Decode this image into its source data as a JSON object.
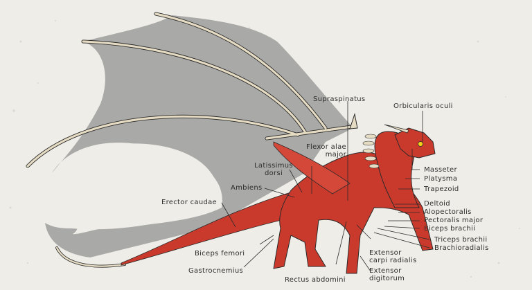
{
  "diagram": {
    "subject": "Dragon muscular anatomy",
    "colors": {
      "background": "#efede8",
      "wing_membrane": "#a8a8a6",
      "bone": "#e6dcc4",
      "muscle": "#c93a2c",
      "muscle_light": "#e36a5a",
      "outline": "#2a2a2a",
      "eye": "#f2d21a"
    },
    "labels": [
      {
        "id": "supraspinatus",
        "text": "Supraspinatus"
      },
      {
        "id": "orbicularis-oculi",
        "text": "Orbicularis oculi"
      },
      {
        "id": "flexor-alae-major-1",
        "text": "Flexor alae"
      },
      {
        "id": "flexor-alae-major-2",
        "text": "major"
      },
      {
        "id": "latissimus-dorsi-1",
        "text": "Latissimus"
      },
      {
        "id": "latissimus-dorsi-2",
        "text": "dorsi"
      },
      {
        "id": "ambiens",
        "text": "Ambiens"
      },
      {
        "id": "erector-caudae",
        "text": "Erector caudae"
      },
      {
        "id": "masseter",
        "text": "Masseter"
      },
      {
        "id": "platysma",
        "text": "Platysma"
      },
      {
        "id": "trapezoid",
        "text": "Trapezoid"
      },
      {
        "id": "deltoid",
        "text": "Deltoid"
      },
      {
        "id": "alopectoralis",
        "text": "Alopectoralis"
      },
      {
        "id": "pectoralis-major",
        "text": "Pectoralis major"
      },
      {
        "id": "biceps-brachii",
        "text": "Biceps brachii"
      },
      {
        "id": "triceps-brachii",
        "text": "Triceps brachii"
      },
      {
        "id": "brachioradialis",
        "text": "Brachioradialis"
      },
      {
        "id": "biceps-femori",
        "text": "Biceps femori"
      },
      {
        "id": "gastrocnemius",
        "text": "Gastrocnemius"
      },
      {
        "id": "rectus-abdomini",
        "text": "Rectus abdomini"
      },
      {
        "id": "extensor-carpi-radialis-1",
        "text": "Extensor"
      },
      {
        "id": "extensor-carpi-radialis-2",
        "text": "carpi radialis"
      },
      {
        "id": "extensor-digitorum-1",
        "text": "Extensor"
      },
      {
        "id": "extensor-digitorum-2",
        "text": "digitorum"
      }
    ]
  }
}
